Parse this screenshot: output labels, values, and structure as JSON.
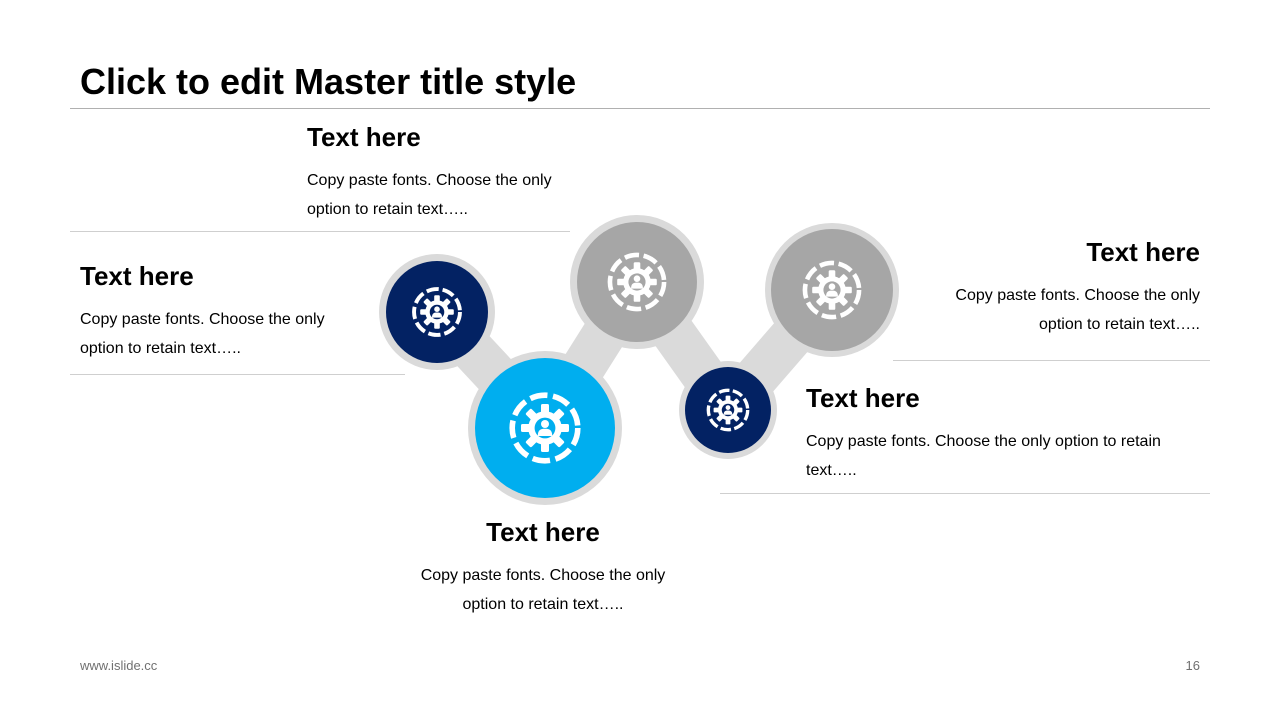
{
  "slide": {
    "title": "Click to edit Master title style",
    "footer_url": "www.islide.cc",
    "page_number": "16"
  },
  "items": [
    {
      "heading": "Text here",
      "body": "Copy paste fonts. Choose the only option to retain text….."
    },
    {
      "heading": "Text here",
      "body": "Copy paste fonts. Choose the only option to retain text….."
    },
    {
      "heading": "Text here",
      "body": "Copy paste fonts. Choose the only option to retain text….."
    },
    {
      "heading": "Text here",
      "body": "Copy paste fonts. Choose the only option to retain text….."
    },
    {
      "heading": "Text here",
      "body": "Copy paste fonts. Choose the only option to retain text….."
    }
  ],
  "colors": {
    "dark_navy": "#032263",
    "light_blue": "#00aeef",
    "gray": "#a6a6a6",
    "connector": "#dadada",
    "icon": "#ffffff"
  },
  "icons": [
    "gear-person-icon",
    "gear-person-icon",
    "gear-person-icon",
    "gear-person-icon",
    "gear-person-icon"
  ]
}
